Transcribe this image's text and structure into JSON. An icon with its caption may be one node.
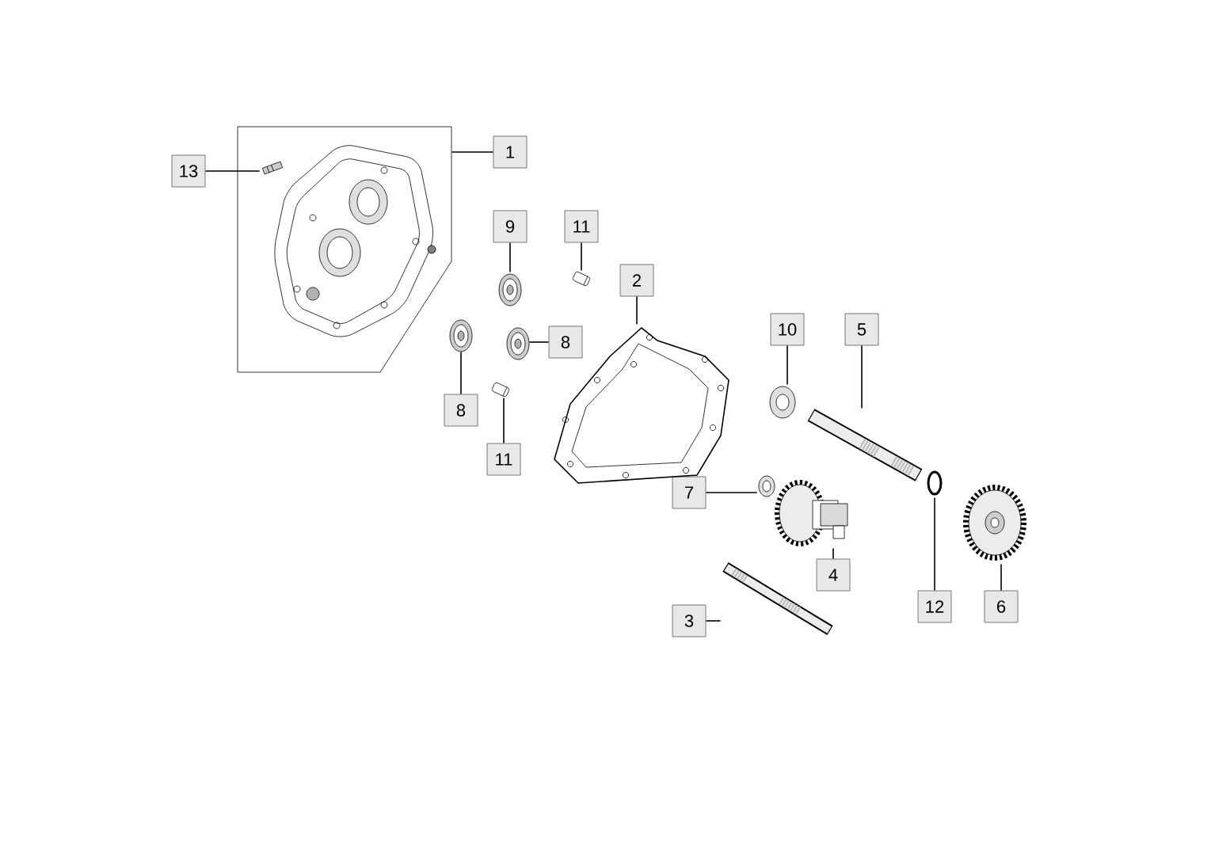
{
  "diagram": {
    "nodes": [
      {
        "text": [
          "1"
        ]
      },
      {
        "text": [
          "13"
        ]
      },
      {
        "text": [
          "9"
        ]
      },
      {
        "text": [
          "11"
        ]
      },
      {
        "text": [
          "2"
        ]
      },
      {
        "text": [
          "10"
        ]
      },
      {
        "text": [
          "5"
        ]
      },
      {
        "text": [
          "8"
        ]
      },
      {
        "text": [
          "8"
        ]
      },
      {
        "text": [
          "11"
        ]
      },
      {
        "text": [
          "7"
        ]
      },
      {
        "text": [
          "4"
        ]
      },
      {
        "text": [
          "12"
        ]
      },
      {
        "text": [
          "6"
        ]
      },
      {
        "text": [
          "3"
        ]
      },
      {
        "text": [],
        "shape": "picture"
      },
      {
        "text": [],
        "shape": "picture",
        "in": 15
      },
      {
        "text": [],
        "shape": "picture"
      },
      {
        "text": [],
        "shape": "picture"
      },
      {
        "text": [],
        "shape": "picture"
      },
      {
        "text": [],
        "shape": "picture"
      },
      {
        "text": [],
        "shape": "picture"
      },
      {
        "text": [],
        "shape": "picture"
      },
      {
        "text": [],
        "shape": "picture"
      },
      {
        "text": [],
        "shape": "picture"
      },
      {
        "text": [],
        "shape": "picture"
      },
      {
        "text": [],
        "shape": "picture"
      },
      {
        "text": [],
        "shape": "circle"
      },
      {
        "text": [],
        "shape": "picture"
      },
      {
        "text": [],
        "shape": "picture"
      }
    ],
    "edges": [
      {
        "from": 0,
        "to": 15,
        "arrow": "none"
      },
      {
        "from": 1,
        "to": 16,
        "arrow": "none"
      },
      {
        "from": 2,
        "to": 17,
        "arrow": "none"
      },
      {
        "from": 3,
        "to": 18,
        "arrow": "none"
      },
      {
        "from": 4,
        "to": 19,
        "arrow": "none"
      },
      {
        "from": 5,
        "to": 22,
        "arrow": "none"
      },
      {
        "from": 6,
        "to": 23,
        "arrow": "none"
      },
      {
        "from": 7,
        "to": 21,
        "arrow": "none"
      },
      {
        "from": 8,
        "to": 20,
        "arrow": "none"
      },
      {
        "from": 9,
        "to": 24,
        "arrow": "none"
      },
      {
        "from": 10,
        "to": 25,
        "arrow": "none"
      },
      {
        "from": 11,
        "to": 26,
        "arrow": "none"
      },
      {
        "from": 12,
        "to": 27,
        "arrow": "none"
      },
      {
        "from": 13,
        "to": 28,
        "arrow": "none"
      },
      {
        "from": 14,
        "to": 29,
        "arrow": "none"
      }
    ]
  }
}
